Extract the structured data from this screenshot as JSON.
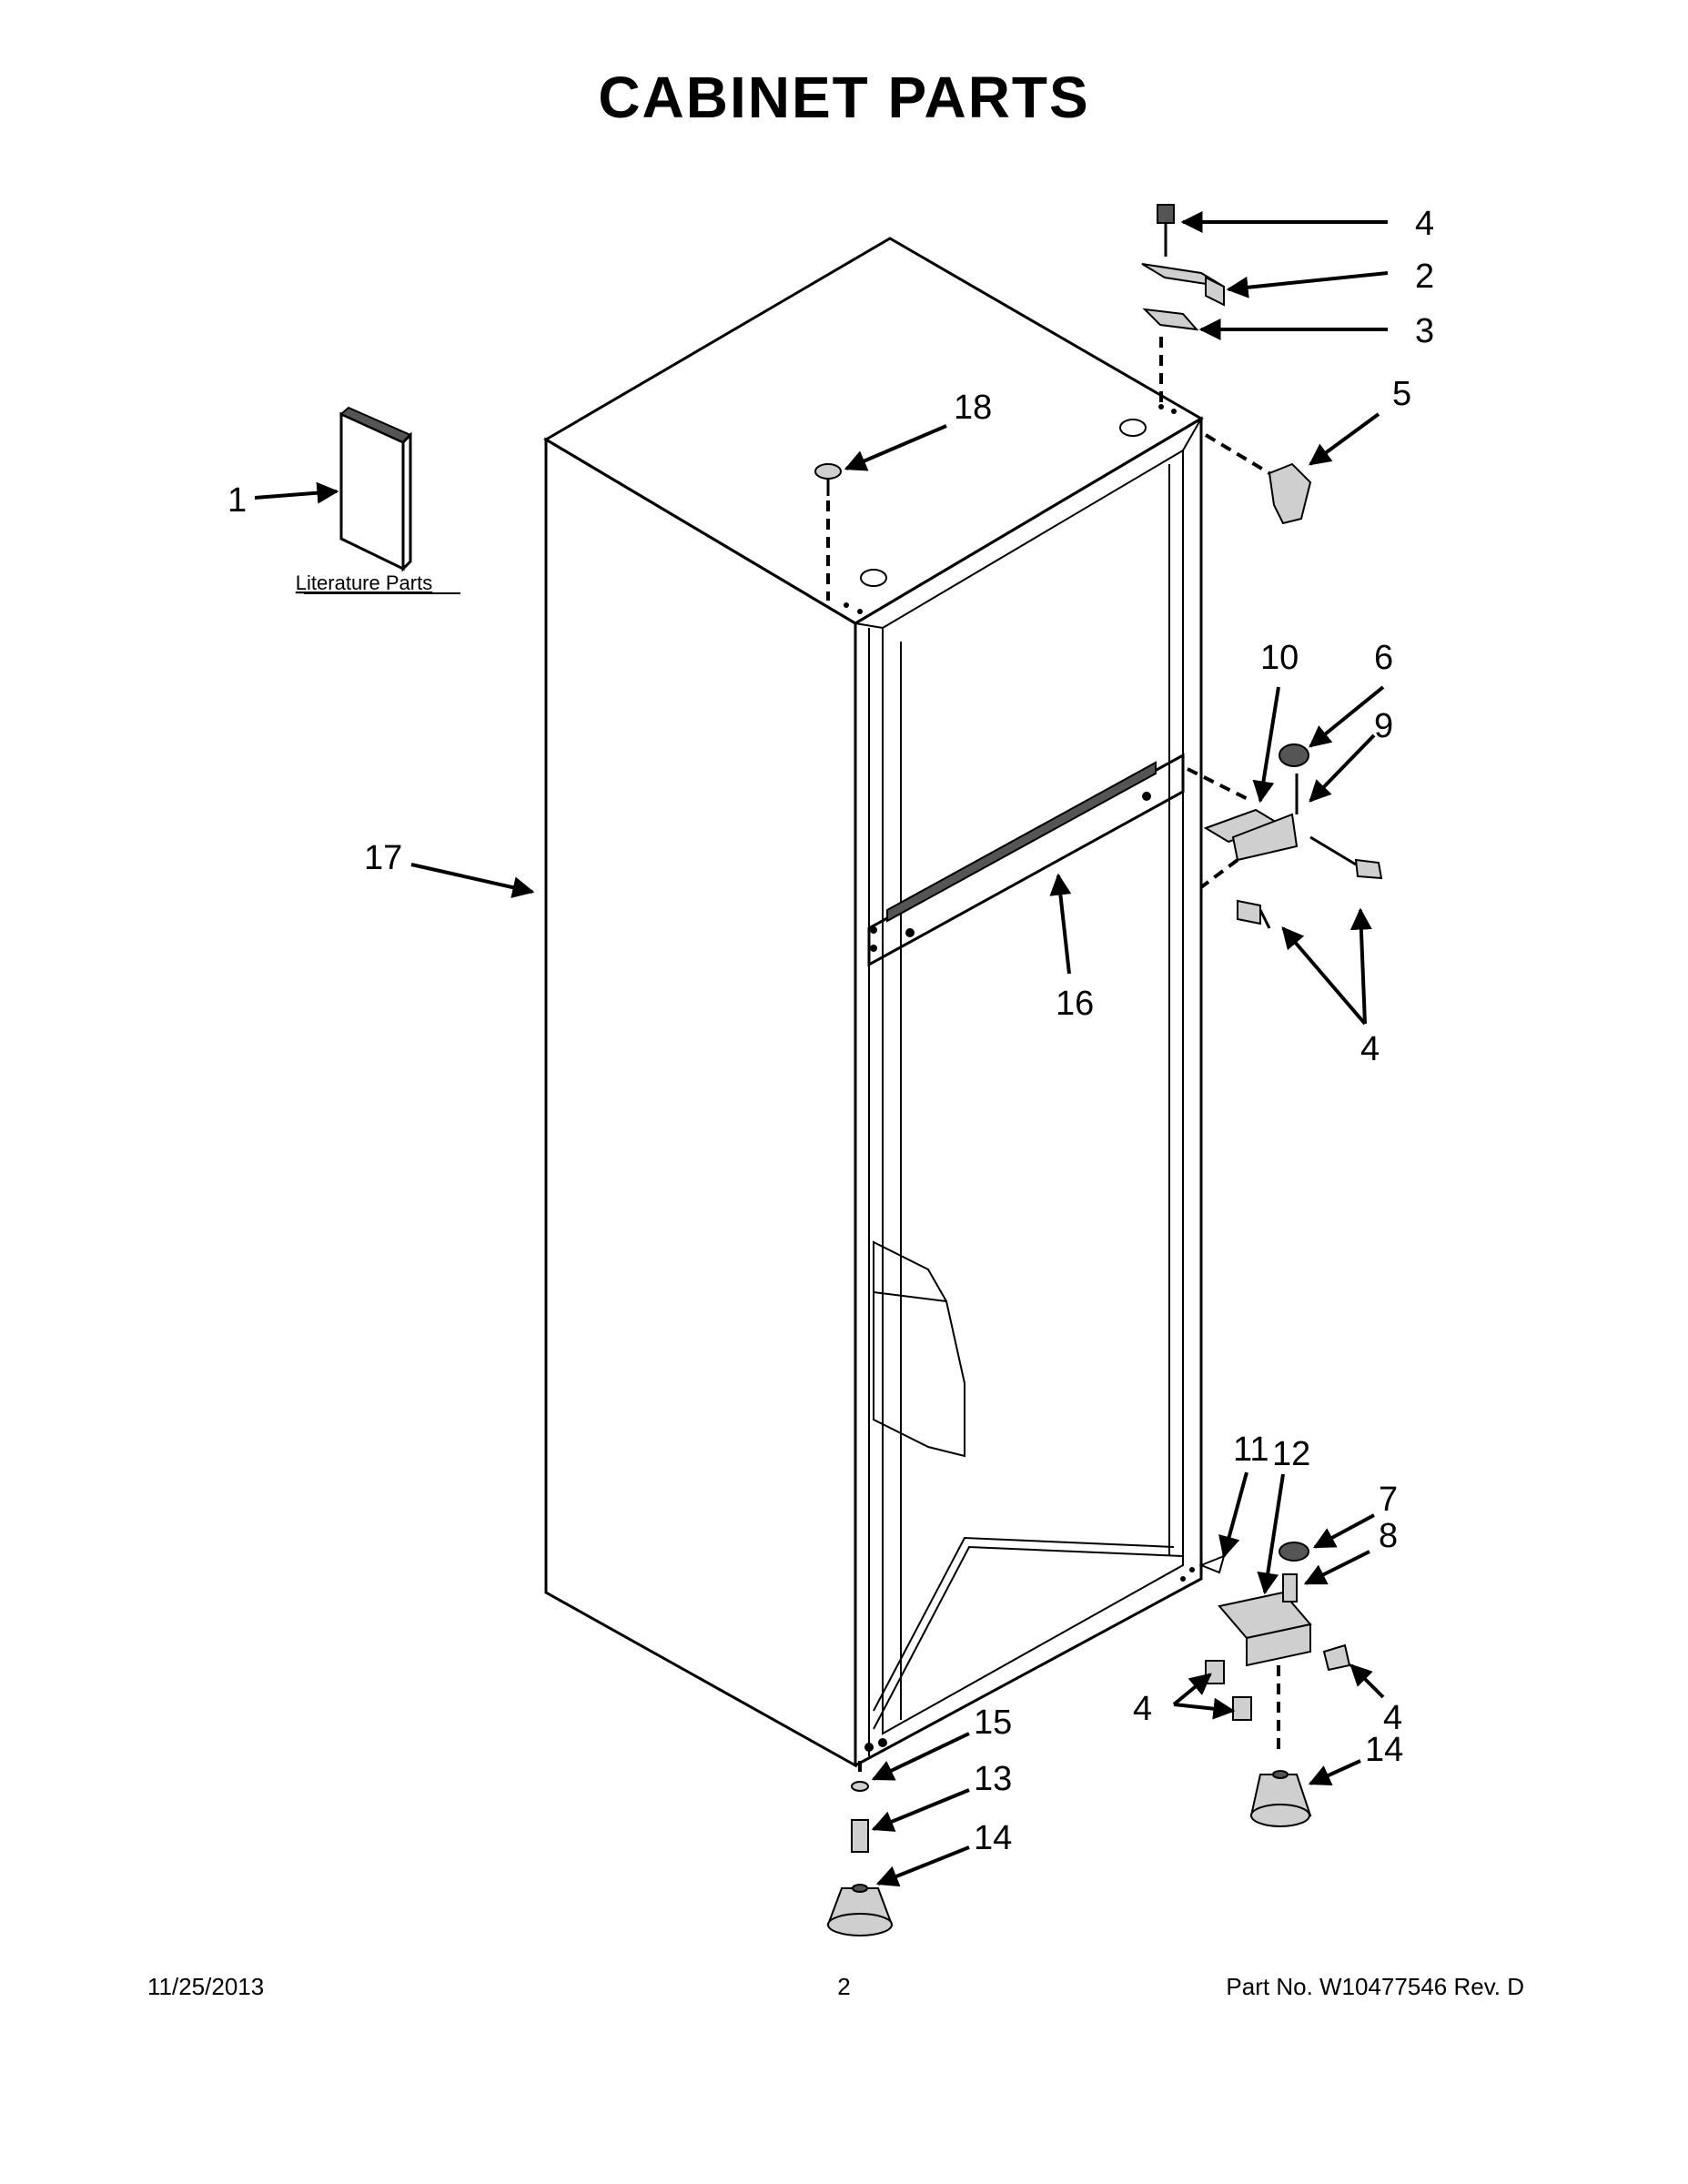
{
  "page": {
    "title": "CABINET PARTS",
    "footer": {
      "date": "11/25/2013",
      "page_number": "2",
      "part_number": "Part No.  W10477546  Rev.  D"
    }
  },
  "diagram": {
    "literature_label": "Literature Parts",
    "callouts": {
      "c1": "1",
      "c2": "2",
      "c3": "3",
      "c4_top": "4",
      "c5": "5",
      "c6": "6",
      "c9": "9",
      "c10": "10",
      "c4_mid": "4",
      "c16": "16",
      "c17": "17",
      "c18": "18",
      "c11": "11",
      "c12": "12",
      "c7": "7",
      "c8": "8",
      "c4_bl": "4",
      "c4_br": "4",
      "c14_r": "14",
      "c15": "15",
      "c13": "13",
      "c14_l": "14"
    }
  }
}
